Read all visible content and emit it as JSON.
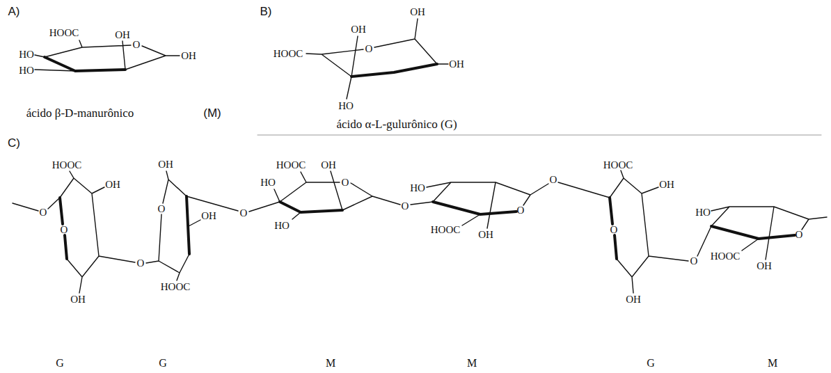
{
  "diagram": {
    "labels": [
      "A)",
      "HOOC",
      "OH",
      "O",
      "HO",
      "OH",
      "HO",
      "ácido β-D-manurônico",
      "(M)",
      "B)",
      "OH",
      "OH",
      "O",
      "HOOC",
      "OH",
      "HO",
      "ácido α-L-gulurônico (G)",
      "C)",
      "HOOC",
      "OH",
      "O",
      "O",
      "OH",
      "O",
      "OH",
      "O",
      "OH",
      "HOOC",
      "O",
      "HOOC",
      "OH",
      "O",
      "HO",
      "HO",
      "O",
      "HO",
      "O",
      "HOOC",
      "OH",
      "O",
      "HOOC",
      "OH",
      "O",
      "OH",
      "O",
      "HO",
      "O",
      "HOOC",
      "OH",
      "G",
      "G",
      "M",
      "M",
      "G",
      "M"
    ]
  }
}
